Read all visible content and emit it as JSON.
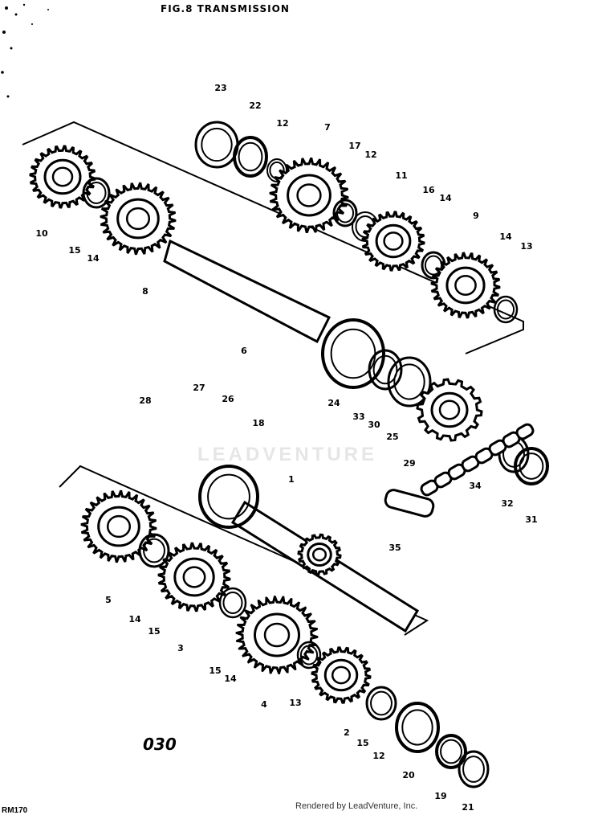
{
  "header": {
    "title": "FIG.8  TRANSMISSION"
  },
  "page_number": "030",
  "footer": {
    "credit": "Rendered by LeadVenture, Inc."
  },
  "corner_code": "RM170",
  "watermark": "LEADVENTURE",
  "callouts": [
    "23",
    "22",
    "12",
    "7",
    "17",
    "12",
    "11",
    "16",
    "14",
    "9",
    "14",
    "13",
    "10",
    "15",
    "14",
    "8",
    "6",
    "24",
    "33",
    "30",
    "25",
    "29",
    "34",
    "32",
    "31",
    "35",
    "28",
    "27",
    "26",
    "18",
    "1",
    "5",
    "14",
    "15",
    "3",
    "15",
    "14",
    "4",
    "13",
    "2",
    "15",
    "12",
    "20",
    "19",
    "21"
  ],
  "icons": {
    "shaft": "shaft-icon",
    "gear": "gear-icon",
    "chain": "chain-icon",
    "bearing": "bearing-icon"
  }
}
